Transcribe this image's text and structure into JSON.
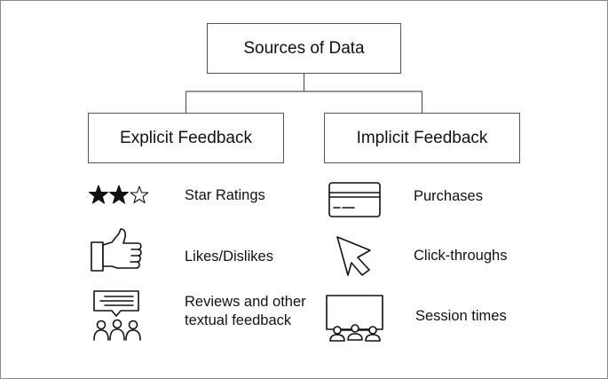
{
  "root": {
    "label": "Sources of Data"
  },
  "branches": [
    {
      "label": "Explicit Feedback",
      "items": [
        {
          "label": "Star Ratings",
          "icon": "star-rating-icon"
        },
        {
          "label": "Likes/Dislikes",
          "icon": "thumbs-up-icon"
        },
        {
          "label": "Reviews and other textual feedback",
          "icon": "reviews-speech-bubble-icon"
        }
      ]
    },
    {
      "label": "Implicit Feedback",
      "items": [
        {
          "label": "Purchases",
          "icon": "credit-card-icon"
        },
        {
          "label": "Click-throughs",
          "icon": "cursor-arrow-icon"
        },
        {
          "label": "Session times",
          "icon": "screen-audience-icon"
        }
      ]
    }
  ]
}
